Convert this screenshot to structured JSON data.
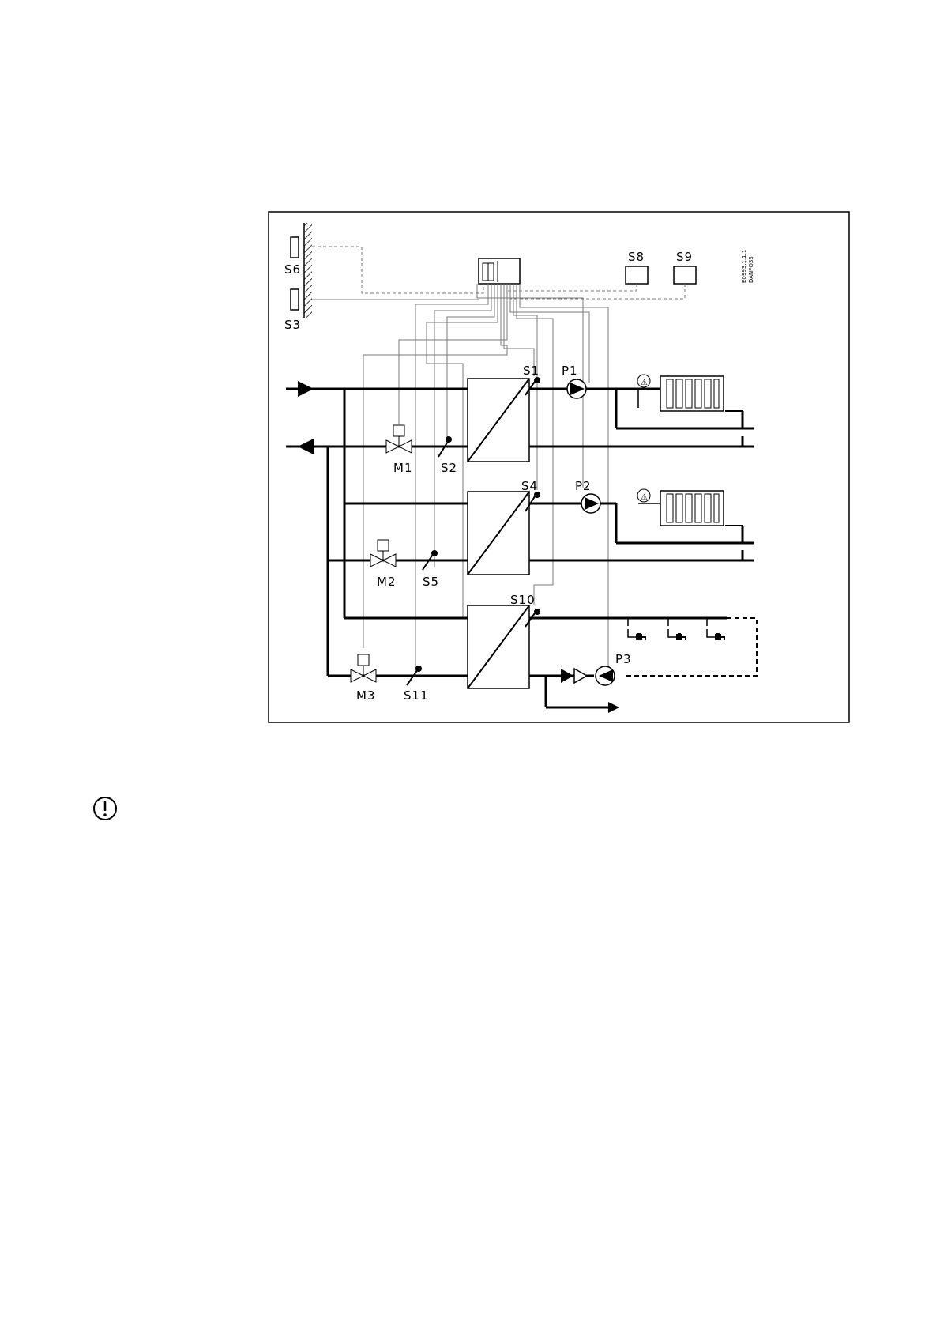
{
  "diagram": {
    "drawing_code": "E0993.1.1.1",
    "brand": "DANFOSS",
    "labels": {
      "S6": "S6",
      "S3": "S3",
      "S8": "S8",
      "S9": "S9",
      "S1": "S1",
      "P1": "P1",
      "S2": "S2",
      "M1": "M1",
      "S4": "S4",
      "P2": "P2",
      "S5": "S5",
      "M2": "M2",
      "S10": "S10",
      "P3": "P3",
      "S11": "S11",
      "M3": "M3"
    }
  },
  "notice": {
    "icon": "exclamation-circle-icon"
  }
}
